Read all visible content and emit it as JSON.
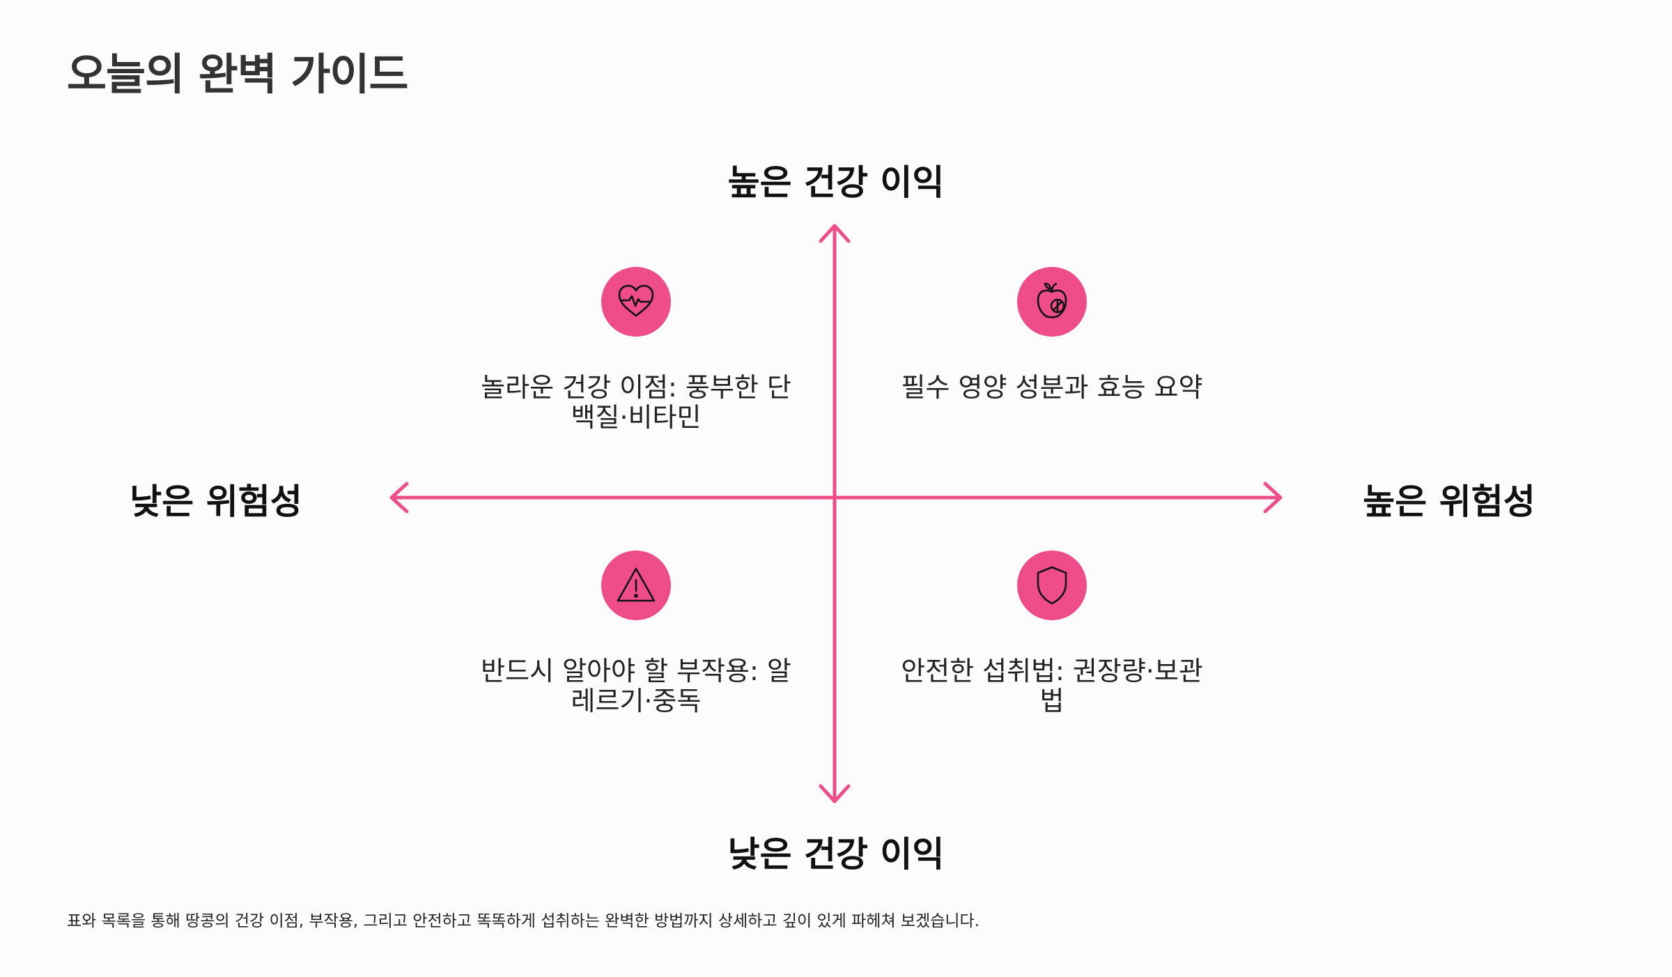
{
  "title": "오늘의 완벽 가이드",
  "axes": {
    "top": "높은 건강 이익",
    "bottom": "낮은 건강 이익",
    "left": "낮은 위험성",
    "right": "높은 위험성"
  },
  "quadrants": {
    "top_left": {
      "icon": "heart-pulse-icon",
      "text": "놀라운 건강 이점: 풍부한 단백질·비타민"
    },
    "top_right": {
      "icon": "apple-icon",
      "text": "필수 영양 성분과 효능 요약"
    },
    "bottom_left": {
      "icon": "warning-triangle-icon",
      "text": "반드시 알아야 할 부작용: 알레르기·중독"
    },
    "bottom_right": {
      "icon": "shield-icon",
      "text": "안전한 섭취법: 권장량·보관법"
    }
  },
  "footer": "표와 목록을 통해 땅콩의 건강 이점, 부작용, 그리고 안전하고 똑똑하게 섭취하는 완벽한 방법까지 상세하고 깊이 있게 파헤쳐 보겠습니다.",
  "colors": {
    "accent": "#ef4d8a",
    "text": "#111111",
    "title": "#333333",
    "background": "#fcfcfc"
  }
}
